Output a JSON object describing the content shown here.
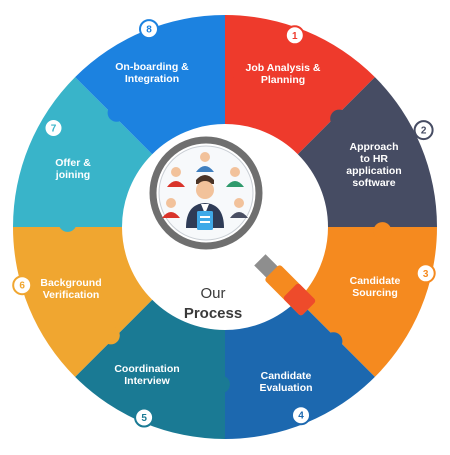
{
  "center": {
    "title_line1": "Our",
    "title_line2": "Process",
    "icon": "magnifier-with-people-icon"
  },
  "steps": [
    {
      "number": "1",
      "lines": [
        "Job Analysis &",
        "Planning"
      ],
      "color": "#EE3A2C"
    },
    {
      "number": "2",
      "lines": [
        "Approach",
        "to HR",
        "application",
        "software"
      ],
      "color": "#464C63"
    },
    {
      "number": "3",
      "lines": [
        "Candidate",
        "Sourcing"
      ],
      "color": "#F58A1F"
    },
    {
      "number": "4",
      "lines": [
        "Candidate",
        "Evaluation"
      ],
      "color": "#1C68AF"
    },
    {
      "number": "5",
      "lines": [
        "Coordination",
        "Interview"
      ],
      "color": "#1A7A94"
    },
    {
      "number": "6",
      "lines": [
        "Background",
        "Verification"
      ],
      "color": "#F0A630"
    },
    {
      "number": "7",
      "lines": [
        "Offer &",
        "joining"
      ],
      "color": "#39B4C9"
    },
    {
      "number": "8",
      "lines": [
        "On-boarding &",
        "Integration"
      ],
      "color": "#1C82E0"
    }
  ]
}
